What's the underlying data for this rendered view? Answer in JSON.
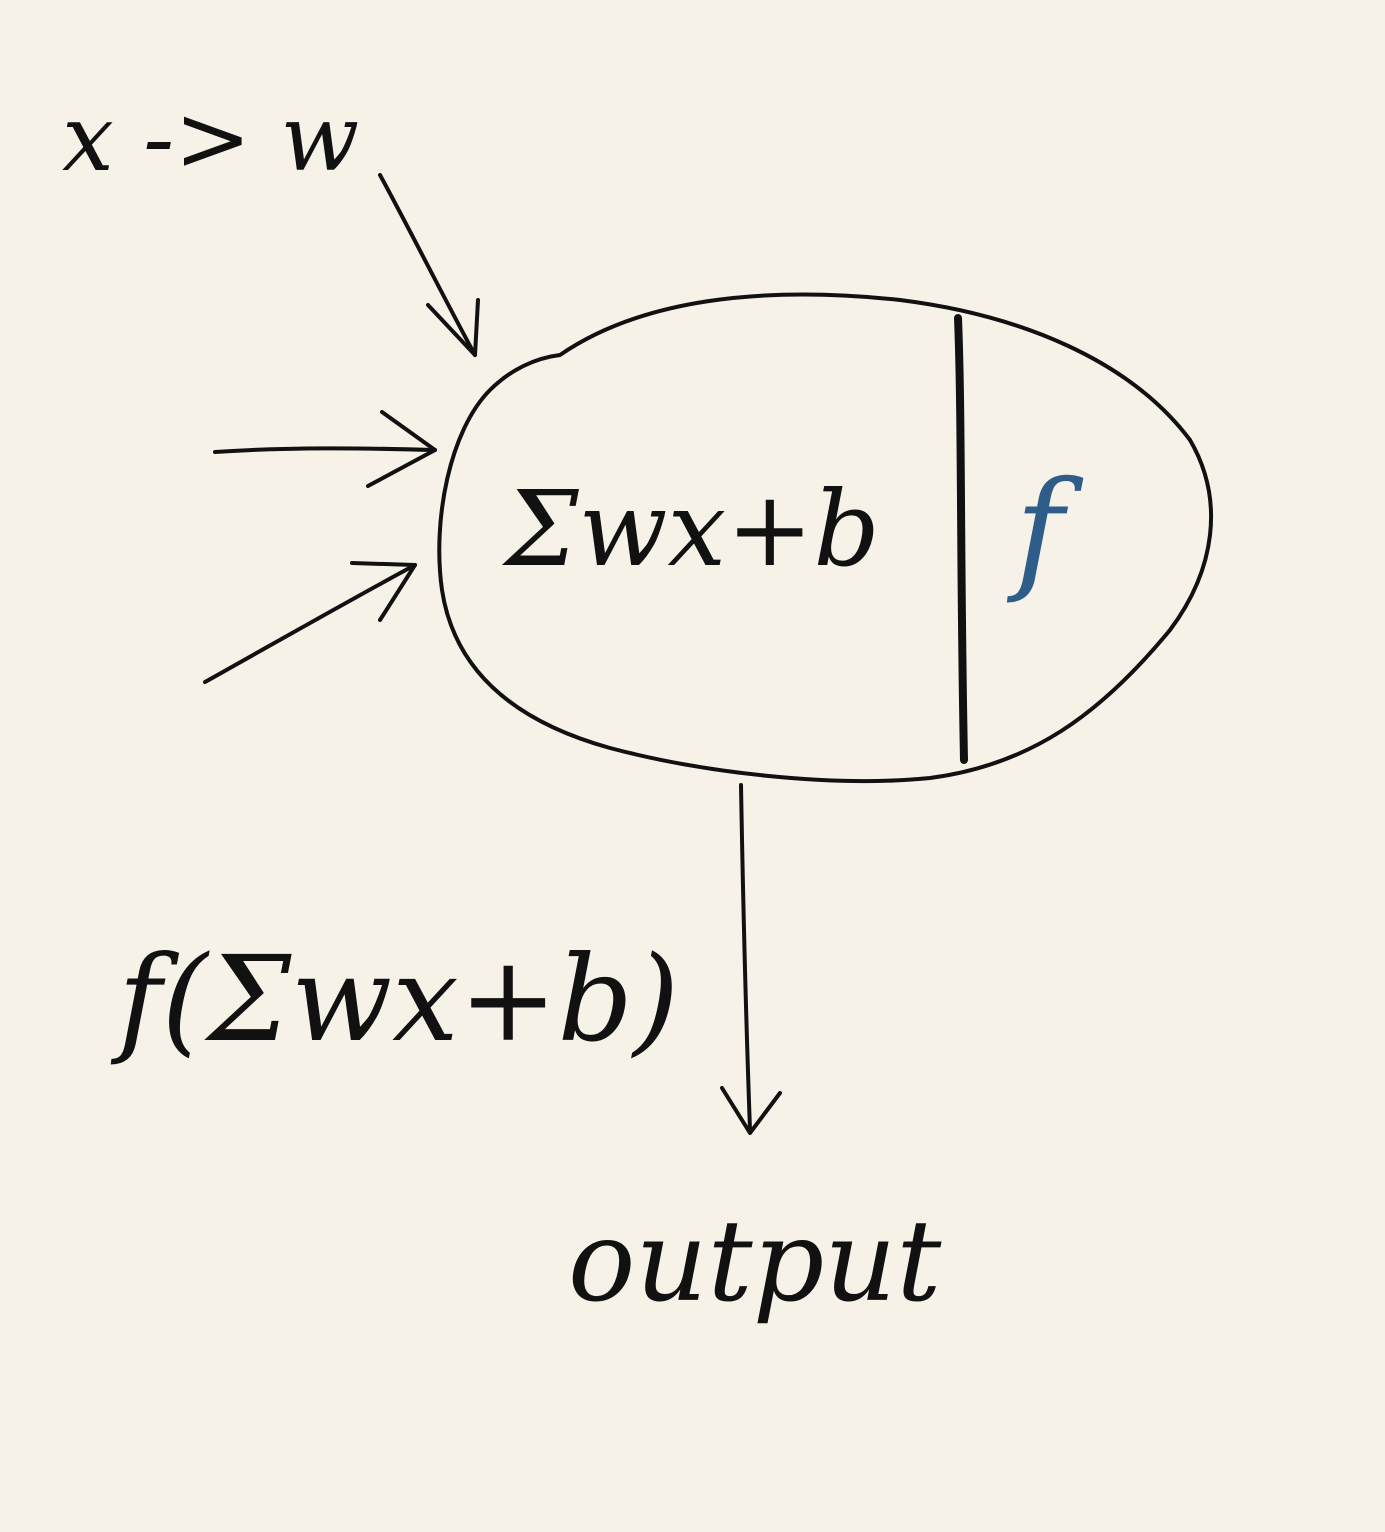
{
  "colors": {
    "paper": "#f6f2e8",
    "ink": "#111111",
    "accent": "#2f5d8a"
  },
  "labels": {
    "input_mapping": "x -> w",
    "weighted_sum": "Σwx+b",
    "activation": "f",
    "formula": "f(Σwx+b)",
    "output": "output"
  }
}
